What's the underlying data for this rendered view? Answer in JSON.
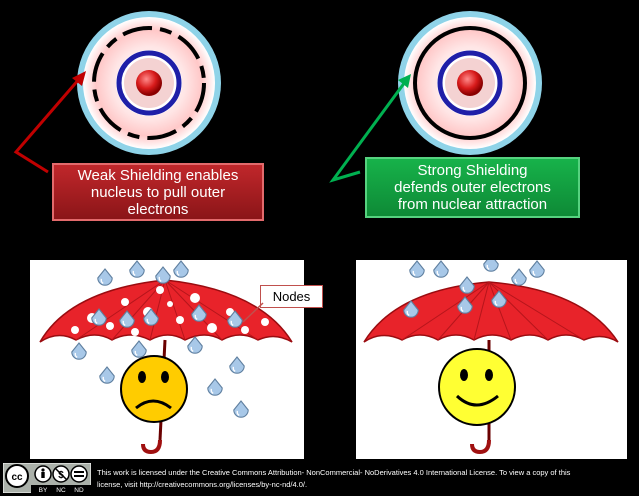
{
  "callouts": {
    "weak": "Weak Shielding enables\nnucleus to pull outer\nelectrons",
    "strong": "Strong Shielding\ndefends outer electrons\nfrom nuclear attraction"
  },
  "labels": {
    "nodes": "Nodes"
  },
  "footer": {
    "license_line1": "This work is licensed under the Creative Commons Attribution- NonCommercial- NoDerivatives 4.0 International License. To view a copy of this",
    "license_line2": "license, visit http://creativecommons.org/licenses/by-nc-nd/4.0/.",
    "badge": {
      "cc": "cc",
      "by": "BY",
      "nc": "NC",
      "nd": "ND"
    }
  },
  "colors": {
    "weak_box": "#c0272b",
    "strong_box": "#17b24a",
    "arrow_red": "#c00000",
    "arrow_green": "#00b050",
    "umbrella": "#e8232a",
    "face": "#ffcc00",
    "droplet": "#a8c8e8"
  }
}
